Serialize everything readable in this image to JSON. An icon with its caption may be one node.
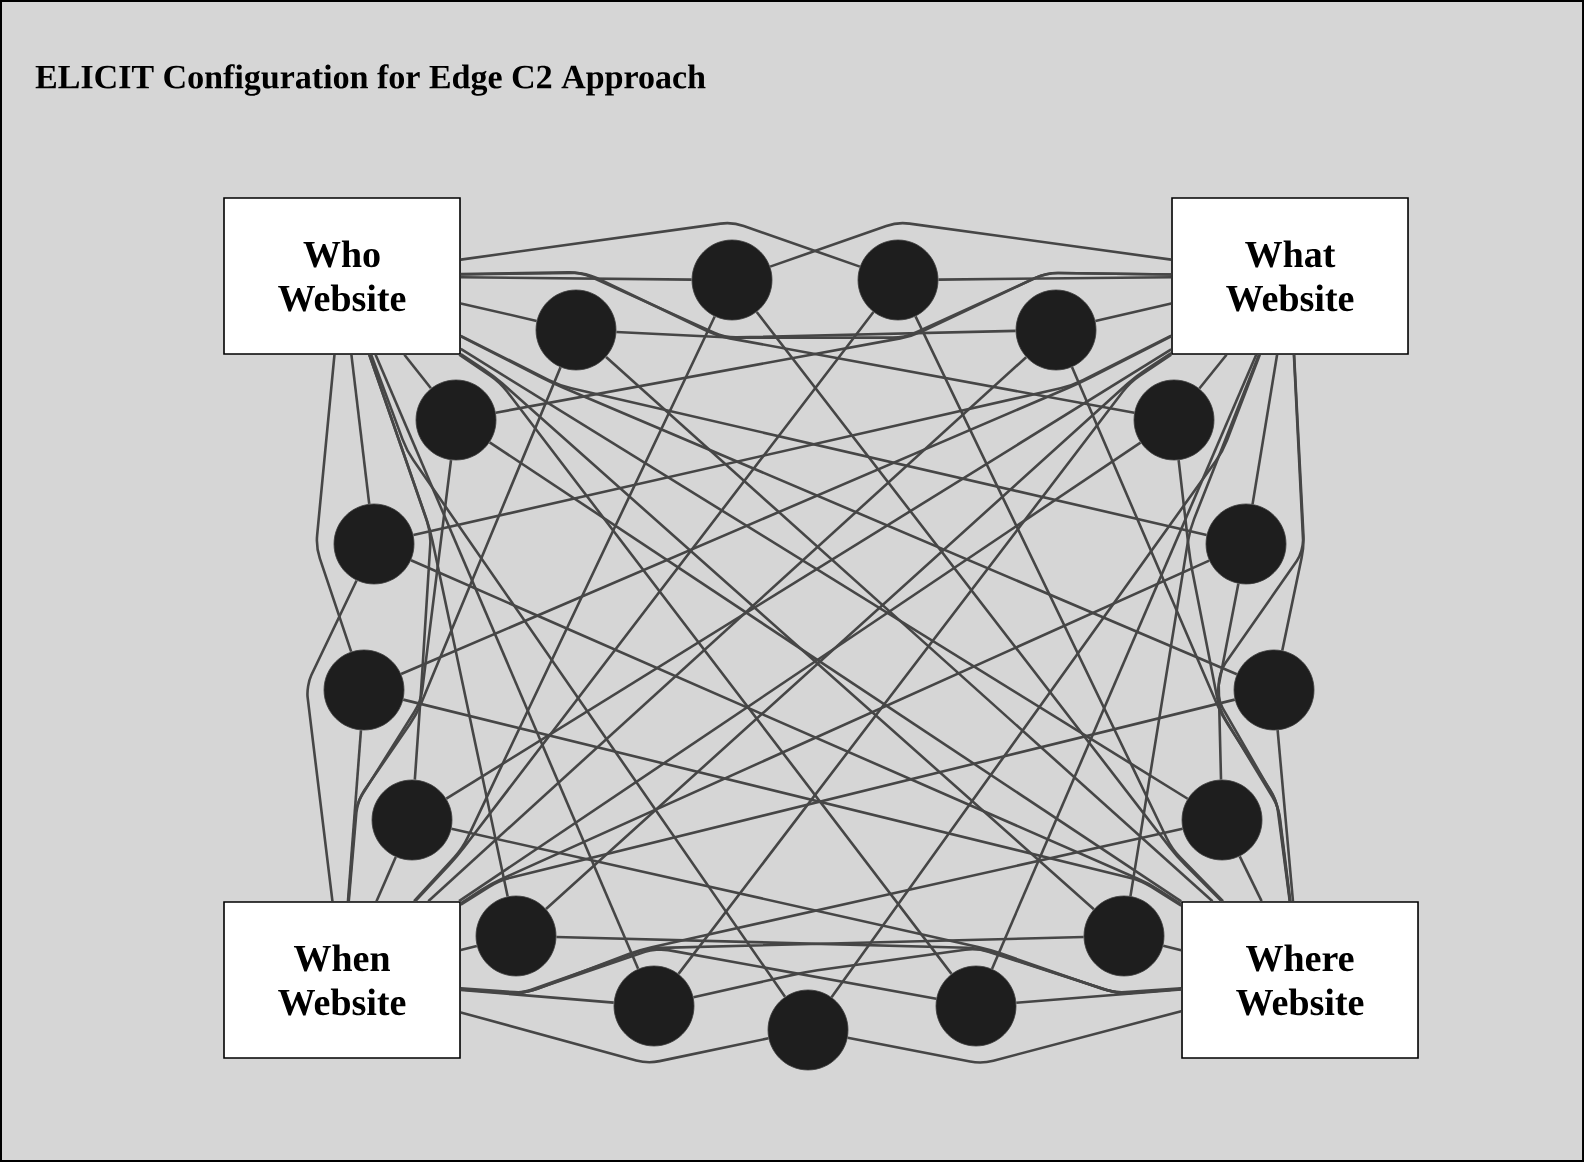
{
  "diagram": {
    "title": "ELICIT Configuration for Edge C2 Approach",
    "nodes": [
      {
        "text": [
          "Who Website"
        ]
      },
      {
        "text": [
          "What Website"
        ]
      },
      {
        "text": [
          "When Website"
        ]
      },
      {
        "text": [
          "Where Website"
        ]
      },
      {
        "text": [],
        "shape": "circle"
      },
      {
        "text": [],
        "shape": "circle"
      },
      {
        "text": [],
        "shape": "circle"
      },
      {
        "text": [],
        "shape": "circle"
      },
      {
        "text": [],
        "shape": "circle"
      },
      {
        "text": [],
        "shape": "circle"
      },
      {
        "text": [],
        "shape": "circle"
      },
      {
        "text": [],
        "shape": "circle"
      },
      {
        "text": [],
        "shape": "circle"
      },
      {
        "text": [],
        "shape": "circle"
      },
      {
        "text": [],
        "shape": "circle"
      },
      {
        "text": [],
        "shape": "circle"
      },
      {
        "text": [],
        "shape": "circle"
      },
      {
        "text": [],
        "shape": "circle"
      },
      {
        "text": [],
        "shape": "circle"
      },
      {
        "text": [],
        "shape": "circle"
      },
      {
        "text": [],
        "shape": "circle"
      }
    ],
    "edges": [
      {
        "from": 4,
        "to": 0,
        "arrow": "none"
      },
      {
        "from": 4,
        "to": 1,
        "arrow": "none"
      },
      {
        "from": 4,
        "to": 2,
        "arrow": "none"
      },
      {
        "from": 4,
        "to": 3,
        "arrow": "none"
      },
      {
        "from": 5,
        "to": 0,
        "arrow": "none"
      },
      {
        "from": 5,
        "to": 1,
        "arrow": "none"
      },
      {
        "from": 5,
        "to": 2,
        "arrow": "none"
      },
      {
        "from": 5,
        "to": 3,
        "arrow": "none"
      },
      {
        "from": 6,
        "to": 0,
        "arrow": "none"
      },
      {
        "from": 6,
        "to": 1,
        "arrow": "none"
      },
      {
        "from": 6,
        "to": 2,
        "arrow": "none"
      },
      {
        "from": 6,
        "to": 3,
        "arrow": "none"
      },
      {
        "from": 7,
        "to": 0,
        "arrow": "none"
      },
      {
        "from": 7,
        "to": 1,
        "arrow": "none"
      },
      {
        "from": 7,
        "to": 2,
        "arrow": "none"
      },
      {
        "from": 7,
        "to": 3,
        "arrow": "none"
      },
      {
        "from": 8,
        "to": 0,
        "arrow": "none"
      },
      {
        "from": 8,
        "to": 1,
        "arrow": "none"
      },
      {
        "from": 8,
        "to": 2,
        "arrow": "none"
      },
      {
        "from": 8,
        "to": 3,
        "arrow": "none"
      },
      {
        "from": 9,
        "to": 0,
        "arrow": "none"
      },
      {
        "from": 9,
        "to": 1,
        "arrow": "none"
      },
      {
        "from": 9,
        "to": 2,
        "arrow": "none"
      },
      {
        "from": 9,
        "to": 3,
        "arrow": "none"
      },
      {
        "from": 10,
        "to": 0,
        "arrow": "none"
      },
      {
        "from": 10,
        "to": 1,
        "arrow": "none"
      },
      {
        "from": 10,
        "to": 2,
        "arrow": "none"
      },
      {
        "from": 10,
        "to": 3,
        "arrow": "none"
      },
      {
        "from": 11,
        "to": 0,
        "arrow": "none"
      },
      {
        "from": 11,
        "to": 1,
        "arrow": "none"
      },
      {
        "from": 11,
        "to": 2,
        "arrow": "none"
      },
      {
        "from": 11,
        "to": 3,
        "arrow": "none"
      },
      {
        "from": 12,
        "to": 0,
        "arrow": "none"
      },
      {
        "from": 12,
        "to": 1,
        "arrow": "none"
      },
      {
        "from": 12,
        "to": 2,
        "arrow": "none"
      },
      {
        "from": 12,
        "to": 3,
        "arrow": "none"
      },
      {
        "from": 13,
        "to": 0,
        "arrow": "none"
      },
      {
        "from": 13,
        "to": 1,
        "arrow": "none"
      },
      {
        "from": 13,
        "to": 2,
        "arrow": "none"
      },
      {
        "from": 13,
        "to": 3,
        "arrow": "none"
      },
      {
        "from": 14,
        "to": 0,
        "arrow": "none"
      },
      {
        "from": 14,
        "to": 1,
        "arrow": "none"
      },
      {
        "from": 14,
        "to": 2,
        "arrow": "none"
      },
      {
        "from": 14,
        "to": 3,
        "arrow": "none"
      },
      {
        "from": 15,
        "to": 0,
        "arrow": "none"
      },
      {
        "from": 15,
        "to": 1,
        "arrow": "none"
      },
      {
        "from": 15,
        "to": 2,
        "arrow": "none"
      },
      {
        "from": 15,
        "to": 3,
        "arrow": "none"
      },
      {
        "from": 16,
        "to": 0,
        "arrow": "none"
      },
      {
        "from": 16,
        "to": 1,
        "arrow": "none"
      },
      {
        "from": 16,
        "to": 2,
        "arrow": "none"
      },
      {
        "from": 16,
        "to": 3,
        "arrow": "none"
      },
      {
        "from": 17,
        "to": 0,
        "arrow": "none"
      },
      {
        "from": 17,
        "to": 1,
        "arrow": "none"
      },
      {
        "from": 17,
        "to": 2,
        "arrow": "none"
      },
      {
        "from": 17,
        "to": 3,
        "arrow": "none"
      },
      {
        "from": 18,
        "to": 0,
        "arrow": "none"
      },
      {
        "from": 18,
        "to": 1,
        "arrow": "none"
      },
      {
        "from": 18,
        "to": 2,
        "arrow": "none"
      },
      {
        "from": 18,
        "to": 3,
        "arrow": "none"
      },
      {
        "from": 19,
        "to": 0,
        "arrow": "none"
      },
      {
        "from": 19,
        "to": 1,
        "arrow": "none"
      },
      {
        "from": 19,
        "to": 2,
        "arrow": "none"
      },
      {
        "from": 19,
        "to": 3,
        "arrow": "none"
      },
      {
        "from": 20,
        "to": 0,
        "arrow": "none"
      },
      {
        "from": 20,
        "to": 1,
        "arrow": "none"
      },
      {
        "from": 20,
        "to": 2,
        "arrow": "none"
      },
      {
        "from": 20,
        "to": 3,
        "arrow": "none"
      }
    ]
  }
}
